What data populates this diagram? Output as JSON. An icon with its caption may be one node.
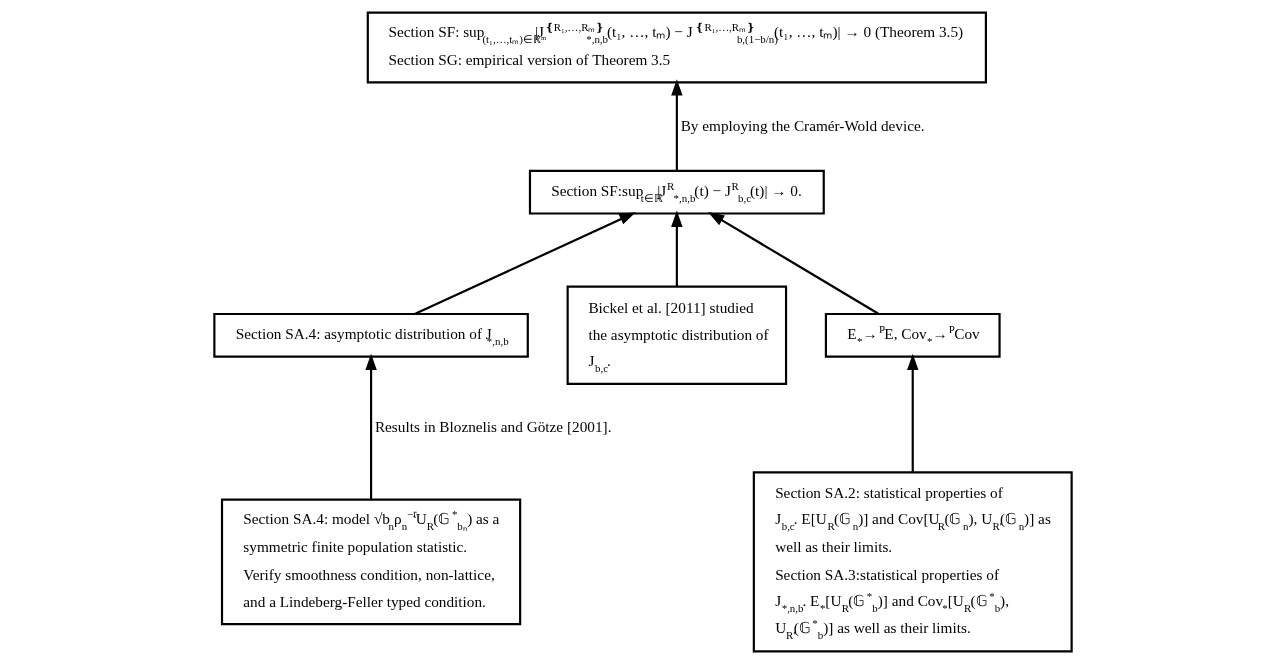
{
  "diagram": {
    "nodes": [
      {
        "text": [
          "Section SF: sup$_{(t₁,…,tₘ)∈ℝᵐ}$|J$^{❴R₁,…,Rₘ❵}$$_{*,n,b}$(t₁, …, tₘ) − J$^{❴R₁,…,Rₘ❵}$$_{b,(1−b/n)}$(t₁, …, tₘ)| → 0 (Theorem 3.5)",
          "Section SG: empirical version of Theorem 3.5"
        ]
      },
      {
        "text": [
          "Section SF:sup$_{t∈ℝ}$|J$^{R}$$_{*,n,b}$(t) − J$^{R}$$_{b,c}$(t)| → 0."
        ]
      },
      {
        "text": [
          "Section SA.4: asymptotic distribution of J$_{*,n,b}$"
        ]
      },
      {
        "text": [
          "Bickel et al. [2011] studied the asymptotic distribution of J$_{b,c}$."
        ]
      },
      {
        "text": [
          "E$_{*}$→$^{P}$E, Cov$_{*}$→$^{P}$Cov"
        ]
      },
      {
        "text": [
          "Section SA.4: model √b$_{n}$ρ$_{n}$$^{−𝔯}$U$_{R}$(𝔾$^{*}$$_{bₙ}$) as a symmetric finite population statistic.",
          "Verify smoothness condition, non-lattice, and a Lindeberg-Feller typed condition."
        ]
      },
      {
        "text": [
          "Section SA.2: statistical properties of J$_{b,c}$. E[U$_{R}$(𝔾$_{n}$)] and Cov[U$_{R}$(𝔾$_{n}$), U$_{R′}$(𝔾$_{n}$)] as well as their limits.",
          "Section SA.3:statistical properties of J$_{*,n,b}$. E$_{*}$[U$_{R}$(𝔾$^{*}$$_{b}$)] and Cov$_{*}$[U$_{R}$(𝔾$^{*}$$_{b}$), U$_{R′}$(𝔾$^{*}$$_{b}$)] as well as their limits."
        ]
      }
    ],
    "edges": [
      {
        "from": 1,
        "to": 0,
        "arrow": "to",
        "label": "By employing the Cramér-Wold device."
      },
      {
        "from": 2,
        "to": 1,
        "arrow": "to"
      },
      {
        "from": 3,
        "to": 1,
        "arrow": "to"
      },
      {
        "from": 4,
        "to": 1,
        "arrow": "to"
      },
      {
        "from": 5,
        "to": 2,
        "arrow": "to",
        "label": "Results in Bloznelis and Götze [2001]."
      },
      {
        "from": 6,
        "to": 4,
        "arrow": "to"
      }
    ]
  }
}
